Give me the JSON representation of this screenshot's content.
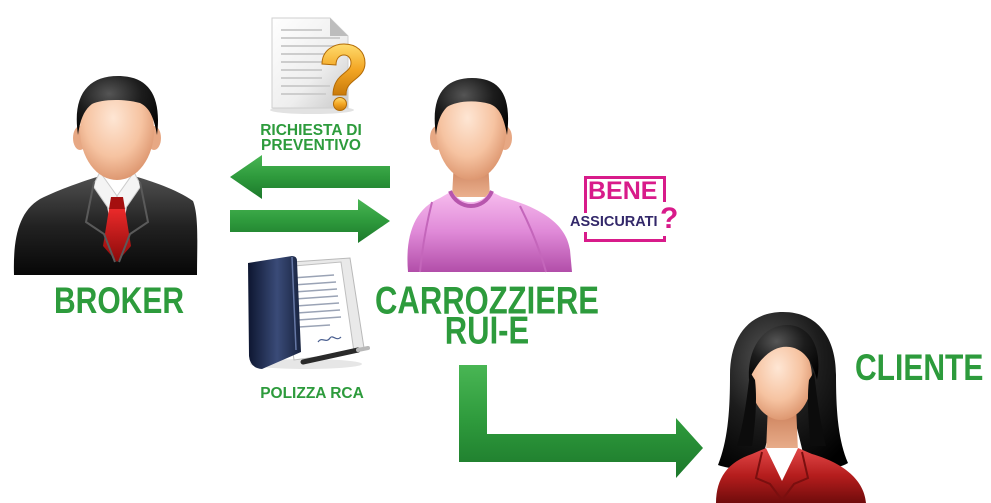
{
  "actors": {
    "broker": {
      "label": "BROKER",
      "icon": "businessman-icon"
    },
    "carrozziere": {
      "label_line1": "CARROZZIERE",
      "label_line2": "RUI-E",
      "icon": "man-icon"
    },
    "cliente": {
      "label": "CLIENTE",
      "icon": "woman-icon"
    }
  },
  "documents": {
    "request": {
      "label_line1": "RICHIESTA DI",
      "label_line2": "PREVENTIVO",
      "icon": "document-question-icon"
    },
    "policy": {
      "label": "POLIZZA RCA",
      "icon": "folder-documents-icon"
    }
  },
  "logo": {
    "line1": "BENE",
    "line2": "ASSICURATI",
    "mark": "?"
  },
  "arrows": {
    "request_arrow": "arrow-left-icon",
    "policy_arrow": "arrow-right-icon",
    "delivery_arrow": "arrow-elbow-right-icon"
  },
  "colors": {
    "label_green": "#2d9b3c",
    "arrow_green": "#2e9a3c",
    "logo_magenta": "#d81b8a",
    "logo_purple": "#33286a",
    "question_orange": "#f0a020"
  }
}
